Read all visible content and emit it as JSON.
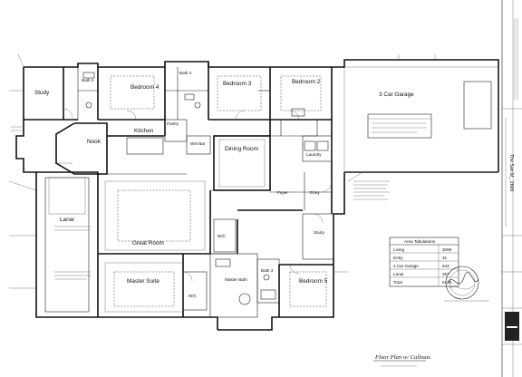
{
  "rooms": {
    "study_left": "Study",
    "bath2": "Bath 2",
    "bedroom4": "Bedroom 4",
    "bath4": "Bath 4",
    "bedroom3": "Bedroom 3",
    "bedroom2": "Bedroom 2",
    "garage": "3 Car Garage",
    "nook": "Nook",
    "kitchen": "Kitchen",
    "pantry": "Pantry",
    "wet_bar": "Wet Bar",
    "dining": "Dining Room",
    "laundry": "Laundry",
    "foyer": "Foyer",
    "entry": "Entry",
    "lanai": "Lanai",
    "great_room": "Great Room",
    "wic1": "W/C",
    "wic2": "W/C",
    "study_right": "Study",
    "master_suite": "Master Suite",
    "master_bath": "Master Bath",
    "bath3": "Bath 3",
    "bedroom5": "Bedroom 5"
  },
  "area_table": {
    "heading": "Area Tabulations",
    "rows": [
      {
        "label": "Living",
        "value": "3069"
      },
      {
        "label": "Entry",
        "value": "31"
      },
      {
        "label": "3 Car Garage",
        "value": "844"
      },
      {
        "label": "Lanai",
        "value": "357"
      },
      {
        "label": "Total",
        "value": "5129"
      }
    ]
  },
  "sheet_title": "Floor Plan w/ Callouts",
  "title_block": {
    "model": "The San M_ 2669"
  }
}
